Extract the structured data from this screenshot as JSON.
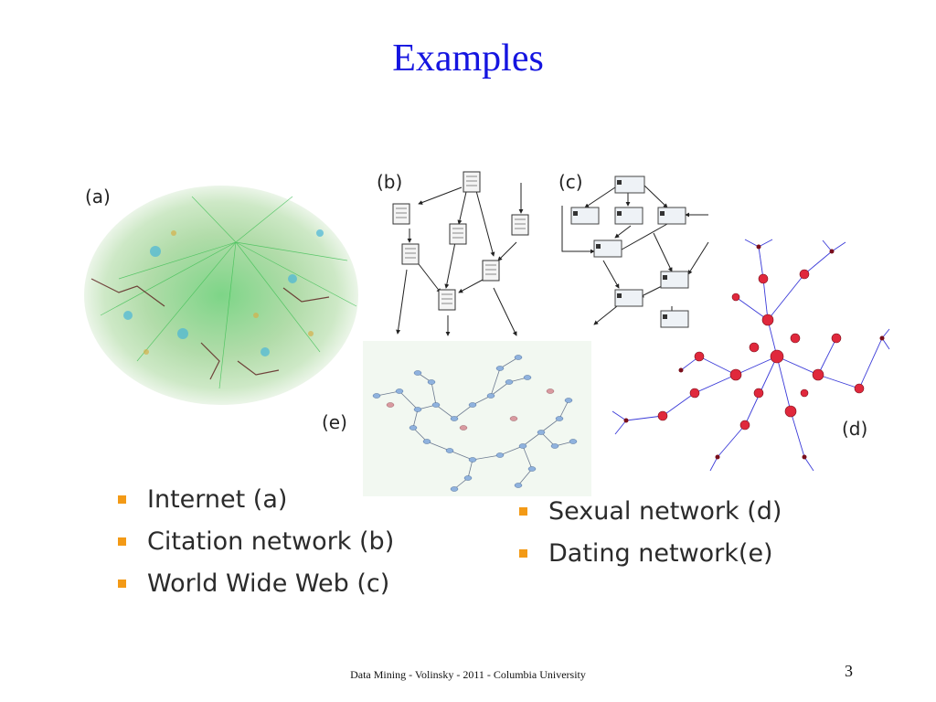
{
  "slide": {
    "title": "Examples",
    "panels": {
      "a": "(a)",
      "b": "(b)",
      "c": "(c)",
      "d": "(d)",
      "e": "(e)"
    },
    "bullets_left": [
      "Internet (a)",
      "Citation network (b)",
      "World Wide Web (c)"
    ],
    "bullets_right": [
      "Sexual network (d)",
      "Dating network(e)"
    ],
    "footer": "Data Mining - Volinsky - 2011 - Columbia University",
    "page_number": "3"
  },
  "colors": {
    "title": "#1515e0",
    "bullet": "#f39a16",
    "node_red": "#e0283c",
    "edge_blue": "#3a3ad8"
  }
}
